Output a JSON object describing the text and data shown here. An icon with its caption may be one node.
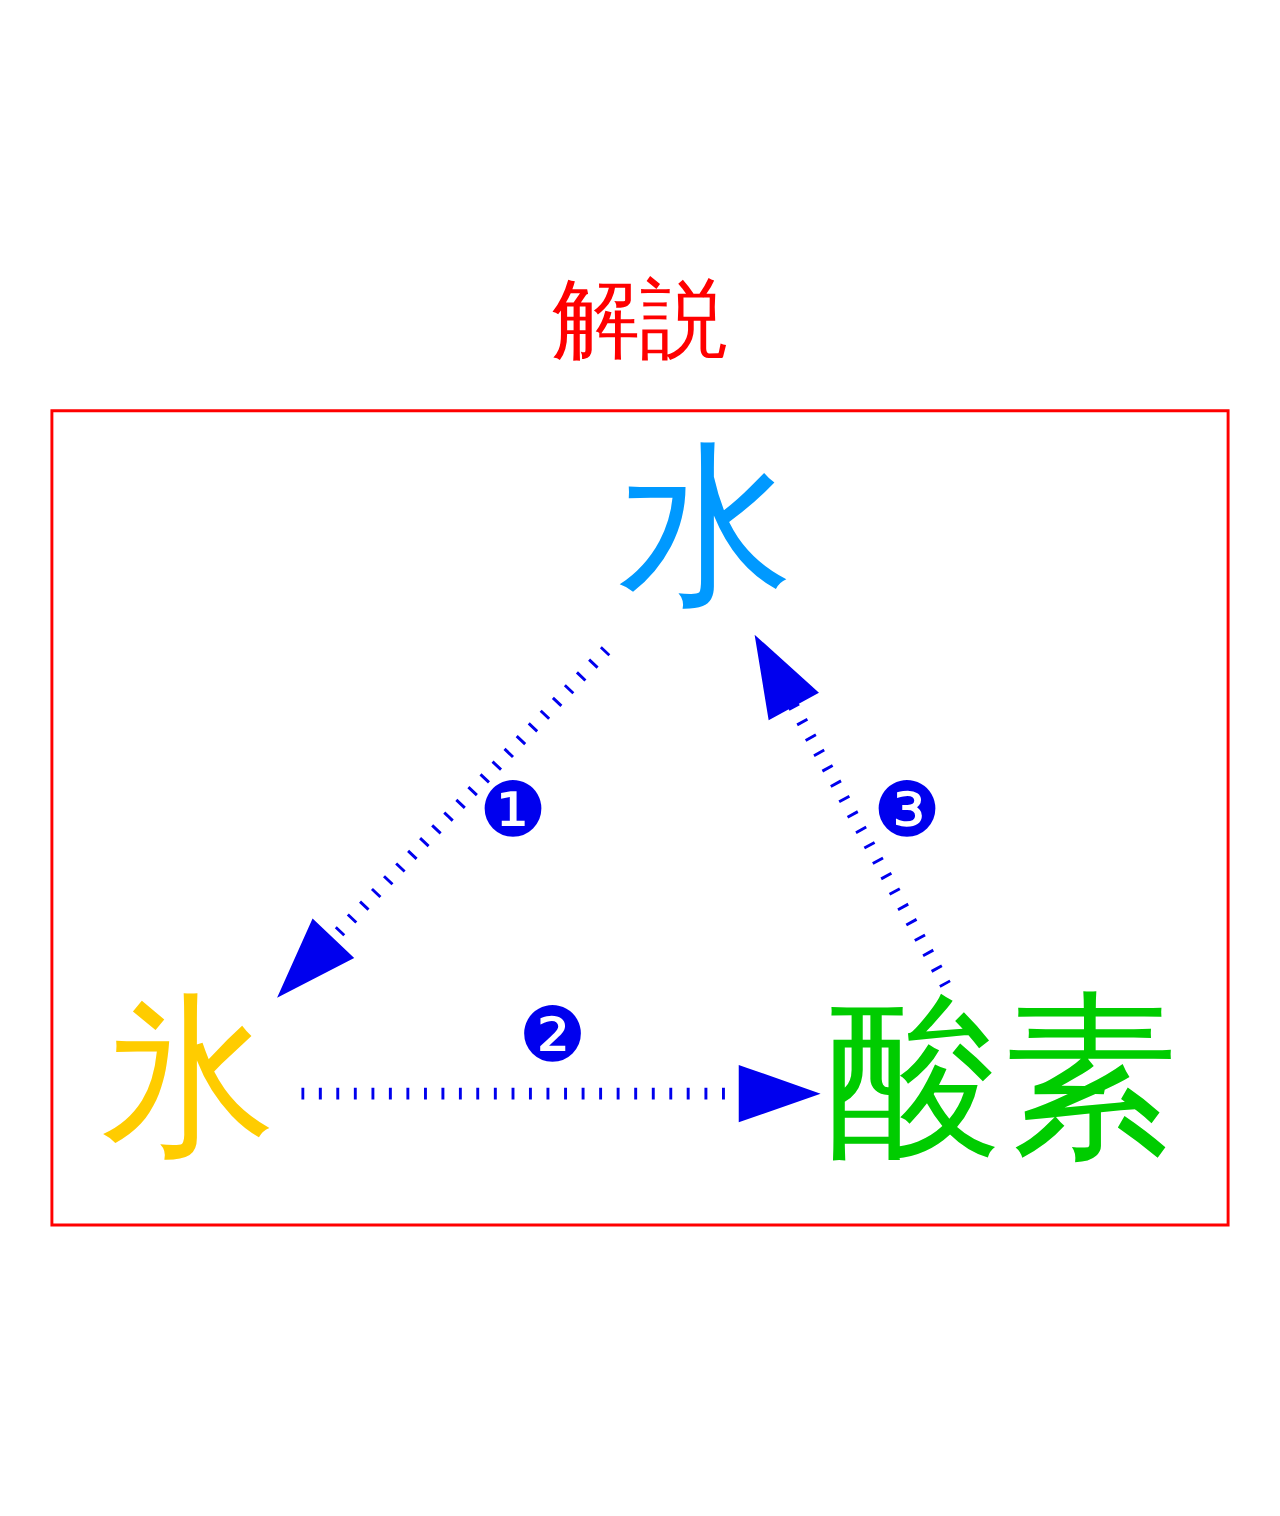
{
  "diagram": {
    "title": "解説",
    "nodes": [
      {
        "text": [],
        "shape": "box"
      },
      {
        "text": [
          "水"
        ],
        "in": 0
      },
      {
        "text": [
          "氷"
        ],
        "in": 0
      },
      {
        "text": [
          "酸素"
        ],
        "in": 0
      }
    ],
    "edges": [
      {
        "from": 1,
        "to": 2,
        "arrow": "to",
        "label": "❶"
      },
      {
        "from": 2,
        "to": 3,
        "arrow": "to",
        "label": "❷"
      },
      {
        "from": 3,
        "to": 1,
        "arrow": "to",
        "label": "❸"
      }
    ]
  }
}
